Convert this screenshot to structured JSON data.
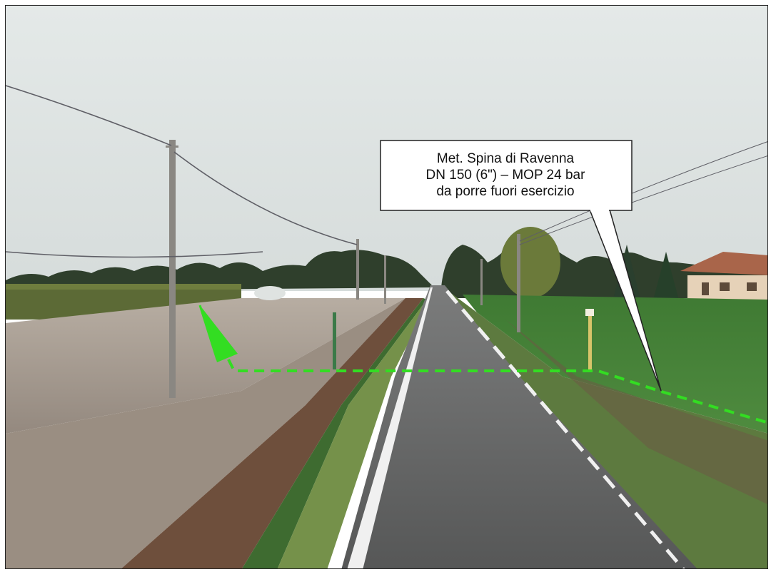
{
  "annotation": {
    "lines": [
      "Met. Spina  di Ravenna",
      "DN  150  (6\")  –  MOP  24  bar",
      "da  porre  fuori esercizio"
    ]
  },
  "colors": {
    "route": "#33dd22",
    "callout_fill": "#ffffff",
    "callout_border": "#222222",
    "sky": "#dfe5e4",
    "road": "#5f6060",
    "field_green": "#4c8a3c",
    "plowed_field": "#a59a8f"
  }
}
